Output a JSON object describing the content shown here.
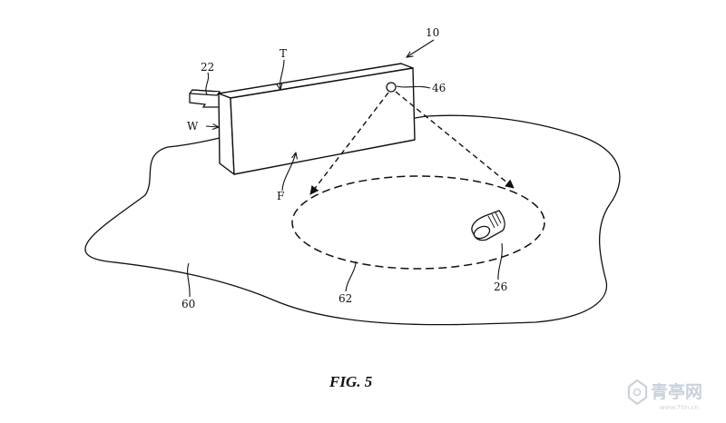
{
  "figure": {
    "caption": "FIG. 5",
    "labels": {
      "device": "10",
      "tab": "22",
      "top_face": "T",
      "side_face": "W",
      "front_face": "F",
      "sensor": "46",
      "finger": "26",
      "surface": "60",
      "touch_region": "62"
    }
  },
  "watermark": {
    "text": "青亭网",
    "url": "www.7tin.cn"
  },
  "colors": {
    "line": "#111111",
    "background": "#ffffff",
    "watermark": "#c9d2dc"
  }
}
